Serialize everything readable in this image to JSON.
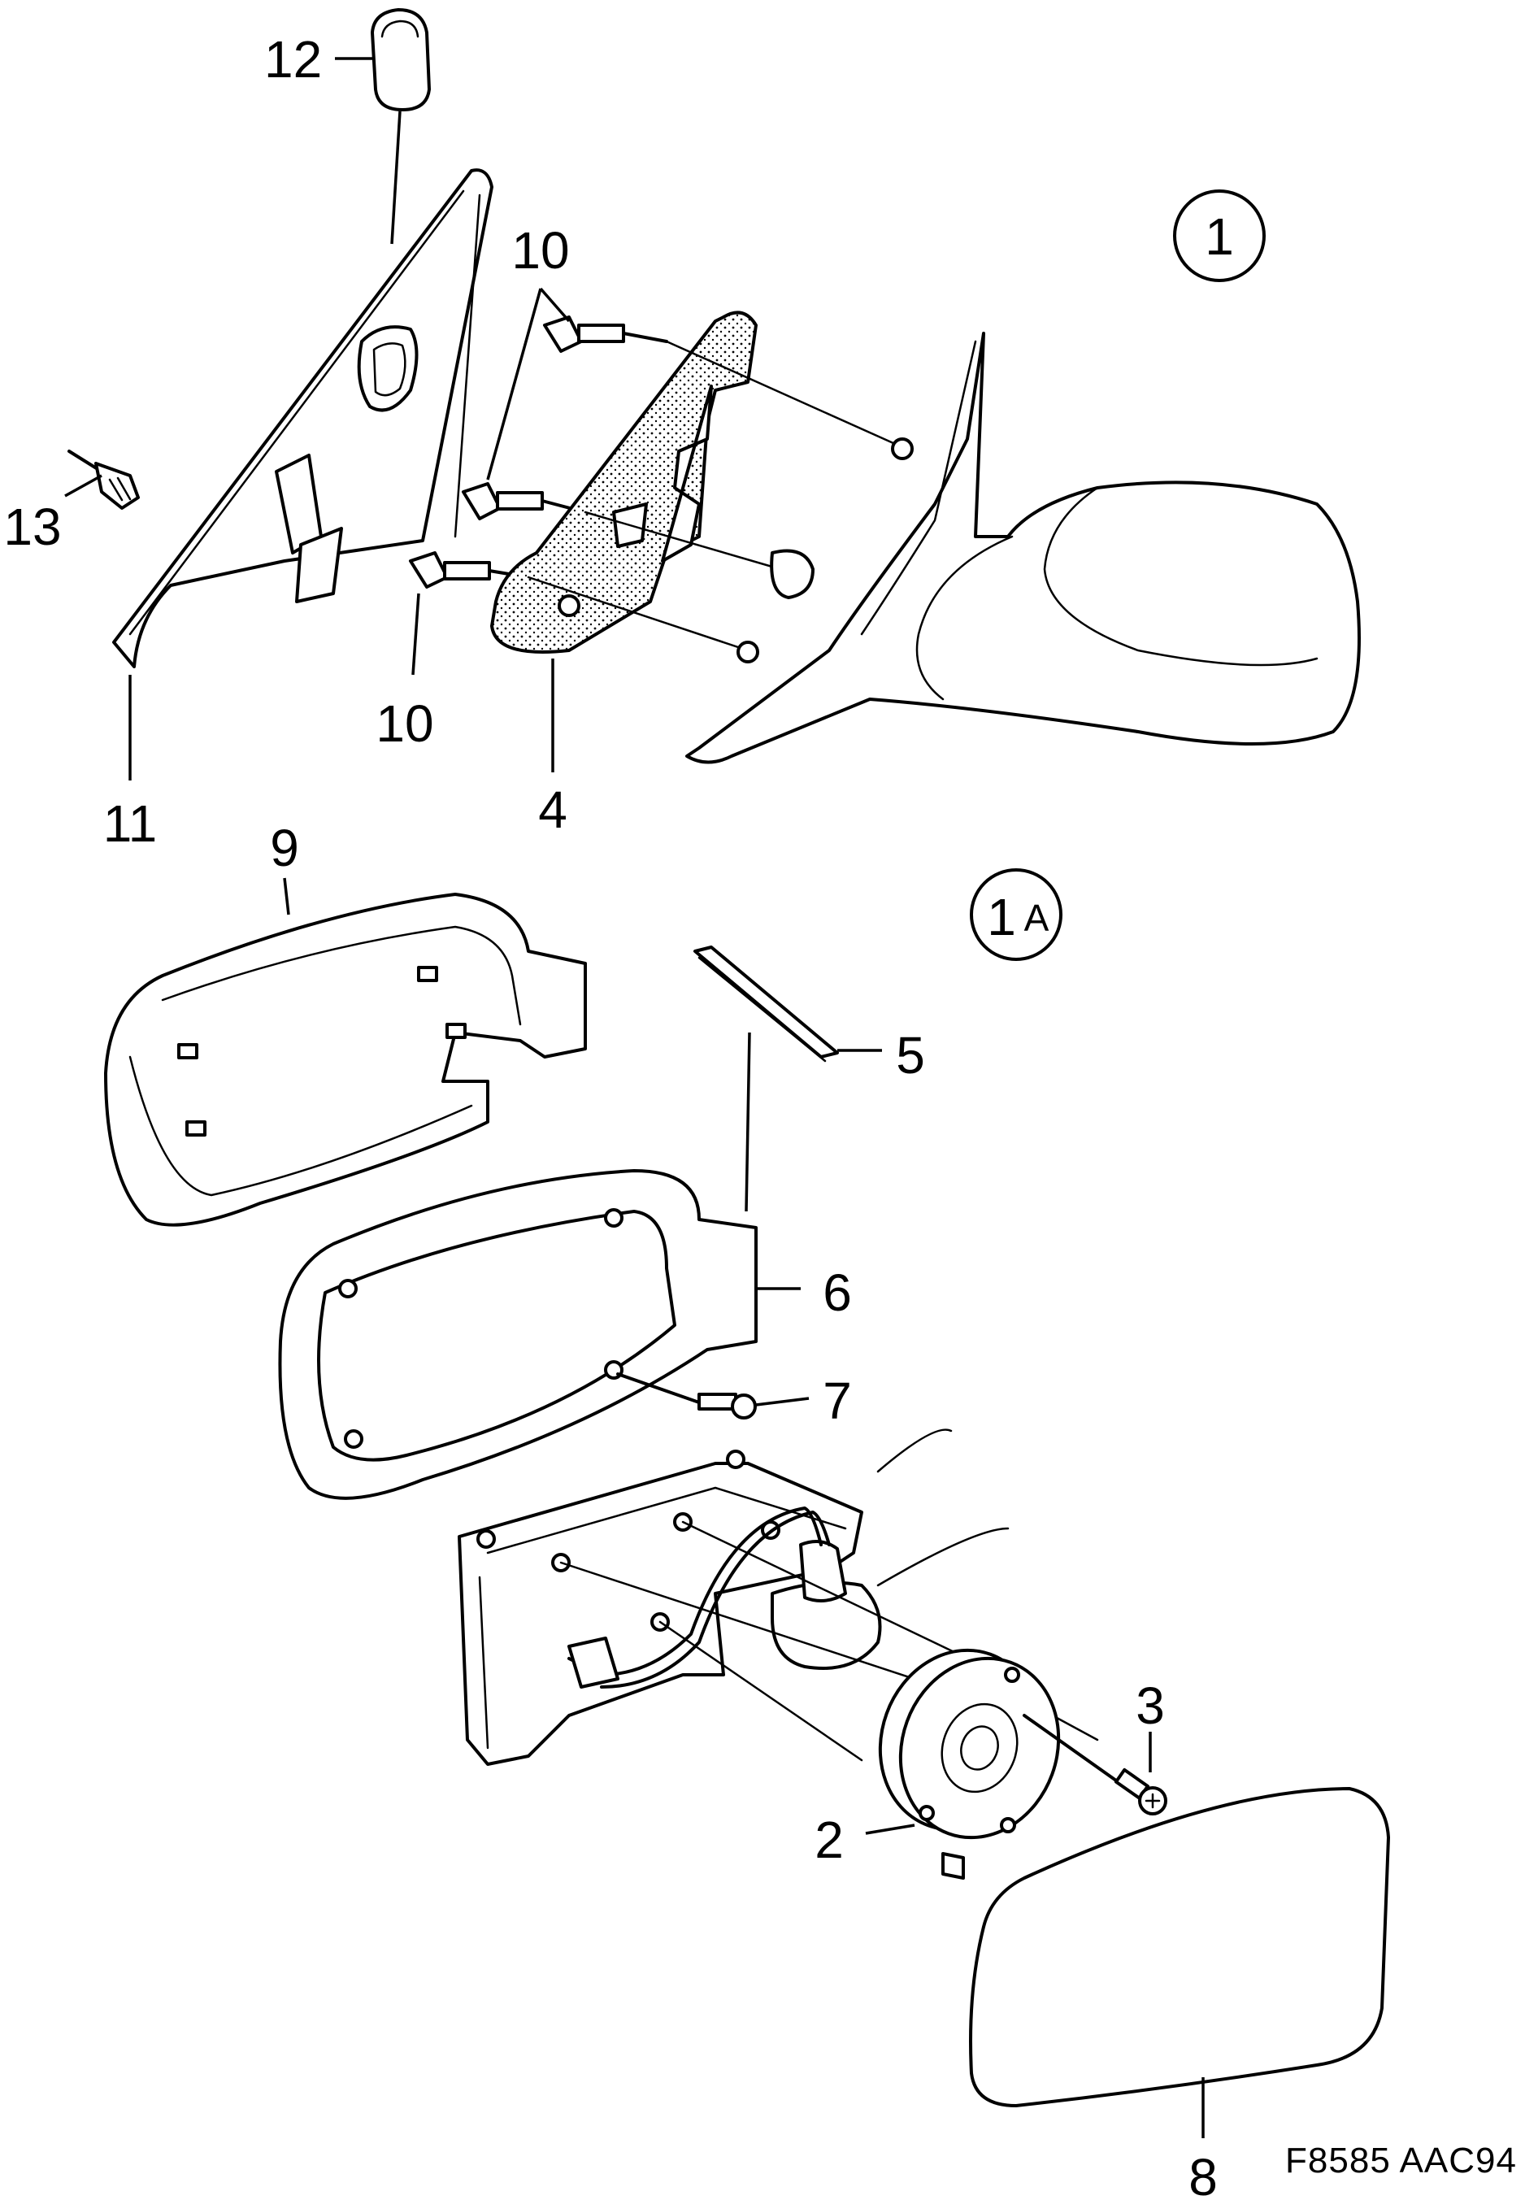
{
  "figure": {
    "view_markers": {
      "view_1": "1",
      "view_1a_number": "1",
      "view_1a_letter": "A"
    },
    "callouts": {
      "c12": "12",
      "c13": "13",
      "c10_top": "10",
      "c10_bottom": "10",
      "c11": "11",
      "c4": "4",
      "c9": "9",
      "c5": "5",
      "c6": "6",
      "c7": "7",
      "c3": "3",
      "c2": "2",
      "c8": "8"
    },
    "figure_code": "F8585  AAC94"
  }
}
